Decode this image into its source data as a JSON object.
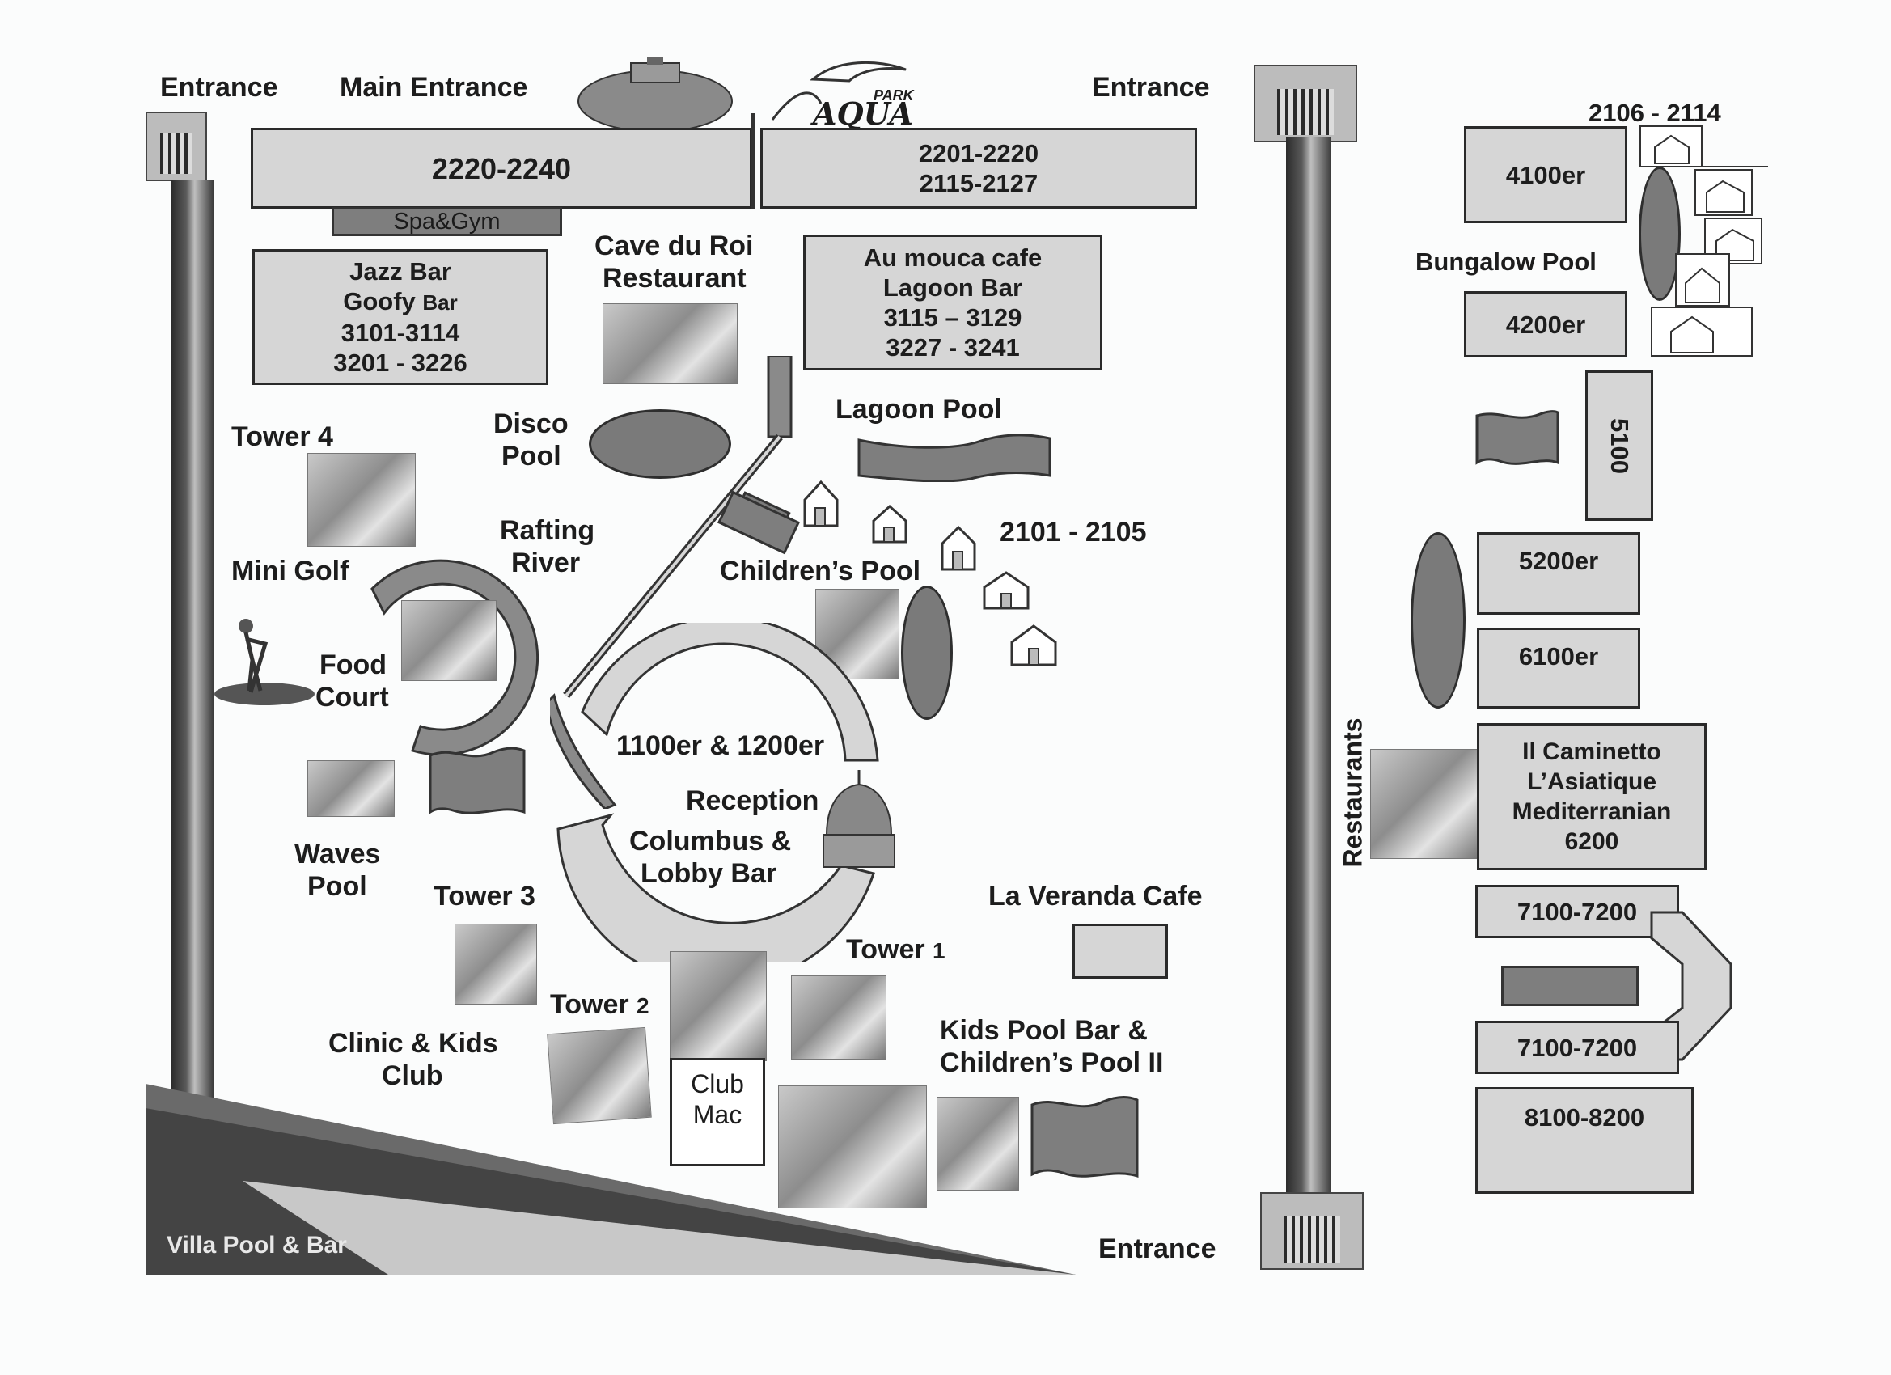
{
  "logo": {
    "top": "PARK",
    "name": "AQUA"
  },
  "entrances": {
    "left": "Entrance",
    "main": "Main Entrance",
    "right_top": "Entrance",
    "right_bottom": "Entrance"
  },
  "top_bar": {
    "left_rooms": "2220-2240",
    "right_rooms_1": "2201-2220",
    "right_rooms_2": "2115-2127",
    "spa": "Spa&Gym"
  },
  "jazz_box": {
    "line1": "Jazz Bar",
    "line2a": "Goofy ",
    "line2b": "Bar",
    "line3": "3101-3114",
    "line4": "3201 - 3226"
  },
  "cave": {
    "line1": "Cave du Roi",
    "line2": "Restaurant"
  },
  "aumouca_box": {
    "line1": "Au mouca cafe",
    "line2": "Lagoon Bar",
    "line3": "3115 – 3129",
    "line4": "3227 - 3241"
  },
  "labels": {
    "lagoon_pool": "Lagoon Pool",
    "disco1": "Disco",
    "disco2": "Pool",
    "tower4": "Tower 4",
    "rafting1": "Rafting",
    "rafting2": "River",
    "mini_golf": "Mini Golf",
    "childrens_pool": "Children’s  Pool",
    "bungalows_2101": "2101 - 2105",
    "food1": "Food",
    "food2": "Court",
    "rooms_1100": "1100er & 1200er",
    "reception": "Reception",
    "columbus1": "Columbus &",
    "columbus2": "Lobby Bar",
    "waves1": "Waves",
    "waves2": "Pool",
    "tower3": "Tower 3",
    "tower1a": "Tower ",
    "tower1b": "1",
    "tower2a": "Tower ",
    "tower2b": "2",
    "la_veranda": "La Veranda Cafe",
    "clinic1": "Clinic & Kids",
    "clinic2": "Club",
    "kids1": "Kids Pool  Bar &",
    "kids2": "Children’s Pool II",
    "club1": "Club",
    "club2": "Mac",
    "villa": "Villa Pool & Bar"
  },
  "right": {
    "range_2106": "2106 - 2114",
    "box_4100": "4100er",
    "bungalow_pool": "Bungalow Pool",
    "box_4200": "4200er",
    "box_5100": "5100",
    "box_5200": "5200er",
    "box_6100": "6100er",
    "restaurants": "Restaurants",
    "rest1": "Il Caminetto",
    "rest2": "L’Asiatique",
    "rest3": "Mediterranian",
    "rest4": "6200",
    "box_7100a": "7100-7200",
    "box_7100b": "7100-7200",
    "box_8100": "8100-8200"
  },
  "icons": {
    "gate": "gate-icon",
    "dome": "dome-icon",
    "house": "house-icon",
    "dining": "dining-couple-image",
    "slide": "water-slide-image",
    "golfer": "golfer-image",
    "waterslide": "waterslide-photo",
    "children": "children-pool-photo"
  },
  "colors": {
    "box_fill": "#d6d6d6",
    "dark_fill": "#7e7e7e",
    "outline": "#2a2a2a"
  }
}
